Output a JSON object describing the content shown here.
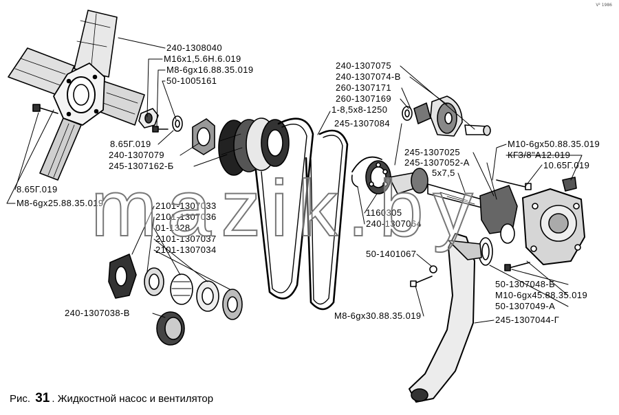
{
  "corner_mark": "V² 1986",
  "watermark": "mazik.by",
  "caption": {
    "prefix": "Рис.",
    "number": "31",
    "title": ". Жидкостной насос и вентилятор"
  },
  "colors": {
    "ink": "#000000",
    "paper": "#ffffff"
  },
  "labels": [
    "240-1308040",
    "M16x1,5.6H.6.019",
    "M8-6gx16.88.35.019",
    "50-1005161",
    "8.65Г.019",
    "240-1307079",
    "245-1307162-Б",
    "8.65Г.019",
    "M8-6gx25.88.35.019",
    "240-1307075",
    "240-1307074-В",
    "260-1307171",
    "260-1307169",
    "1-8,5x8-1250",
    "245-1307084",
    "245-1307025",
    "245-1307052-А",
    "5x7,5",
    "M10-6gx50.88.35.019",
    "КГЗ/8\"А12.019",
    "10.65Г.019",
    "2101-1307033",
    "2101-1307036",
    "01-1328",
    "2101-1307037",
    "2101-1307034",
    "1160305",
    "240-1307064",
    "50-1401067",
    "240-1307038-В",
    "M8-6gx30.88.35.019",
    "50-1307048-Б",
    "M10-6gx45.88.35.019",
    "50-1307049-А",
    "245-1307044-Г"
  ]
}
